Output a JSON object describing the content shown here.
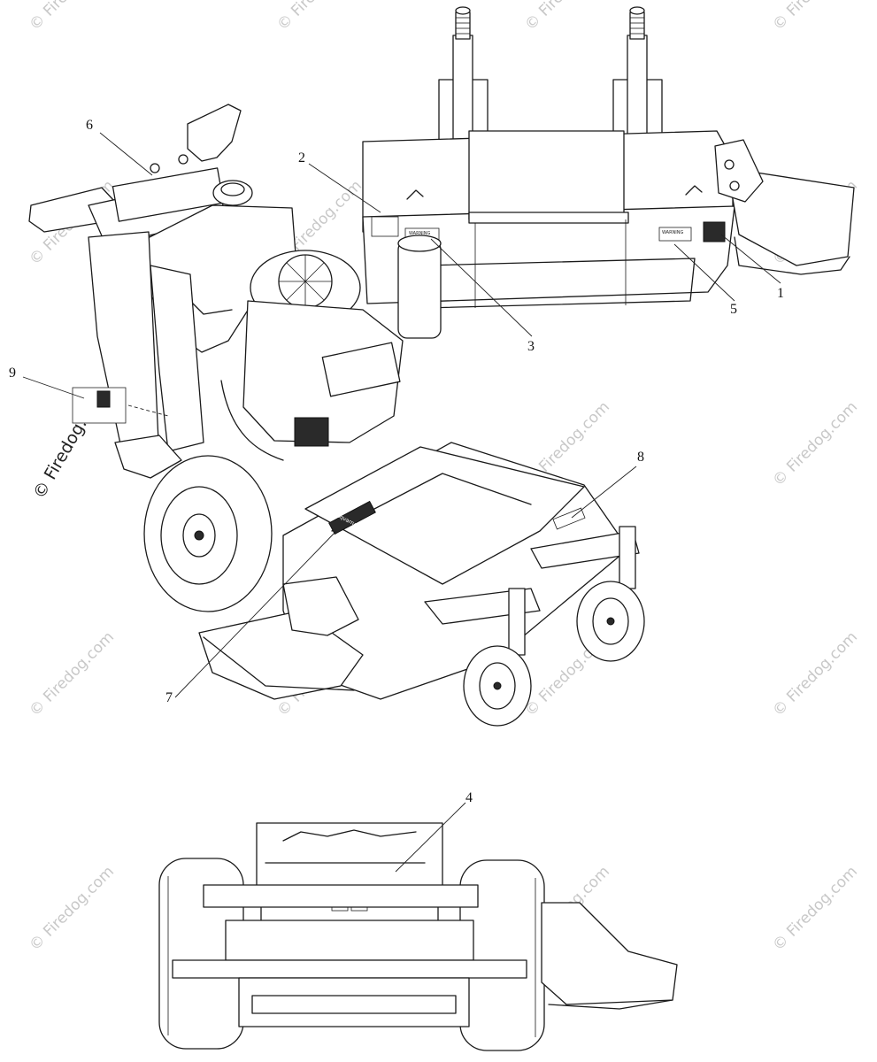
{
  "callouts": [
    {
      "label": "1"
    },
    {
      "label": "2"
    },
    {
      "label": "3"
    },
    {
      "label": "4"
    },
    {
      "label": "5"
    },
    {
      "label": "6"
    },
    {
      "label": "7"
    },
    {
      "label": "8"
    },
    {
      "label": "9"
    }
  ],
  "watermark": {
    "text": "© Firedog.com",
    "prominent": "© Firedog.com",
    "color": "#c8c8c8"
  },
  "decals": {
    "deck_warning_left": "WARNING",
    "deck_warning_right": "WARNING",
    "brand_plate": "Husqvarna"
  }
}
